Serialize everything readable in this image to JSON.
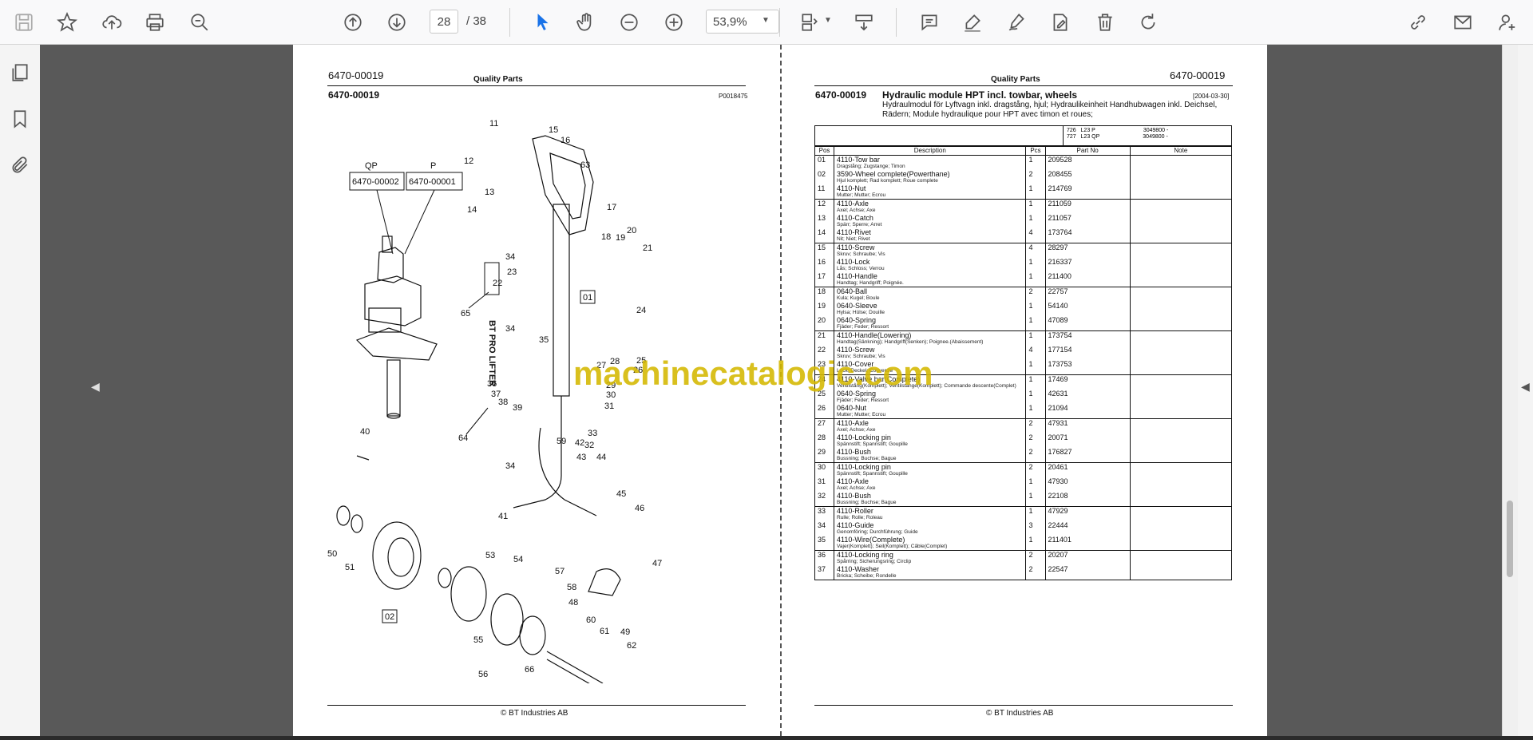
{
  "toolbar": {
    "page_current": "28",
    "page_total": "/ 38",
    "zoom": "53,9%",
    "icons": [
      "save-icon",
      "bookmark-star-icon",
      "upload-icon",
      "print-icon",
      "zoom-search-icon",
      "prev-page-icon",
      "next-page-icon",
      "select-cursor-icon",
      "hand-pan-icon",
      "zoom-out-icon",
      "zoom-in-icon",
      "page-layout-icon",
      "scroll-mode-icon",
      "comment-icon",
      "highlight-icon",
      "sign-icon",
      "edit-text-icon",
      "delete-icon",
      "redo-icon",
      "share-link-icon",
      "email-icon",
      "add-user-icon"
    ]
  },
  "left_page": {
    "doc_number": "6470-00019",
    "header_center": "Quality Parts",
    "sub_number": "6470-00019",
    "ref_code": "P0018475",
    "footer": "© BT Industries AB",
    "callouts": {
      "qp_label": "QP",
      "p_label": "P",
      "qp_number": "6470-00002",
      "p_number": "6470-00001",
      "group_01": "01",
      "group_02": "02",
      "brand_text": "BT PRO LIFTER"
    },
    "item_numbers": [
      "11",
      "12",
      "13",
      "14",
      "15",
      "16",
      "17",
      "18",
      "19",
      "20",
      "21",
      "22",
      "23",
      "24",
      "25",
      "26",
      "27",
      "28",
      "29",
      "30",
      "31",
      "32",
      "33",
      "34",
      "34",
      "34",
      "35",
      "36",
      "37",
      "38",
      "39",
      "40",
      "41",
      "42",
      "43",
      "44",
      "45",
      "46",
      "47",
      "48",
      "49",
      "50",
      "51",
      "53",
      "54",
      "55",
      "56",
      "57",
      "58",
      "59",
      "60",
      "61",
      "62",
      "63",
      "64",
      "65",
      "66"
    ]
  },
  "right_page": {
    "header_center": "Quality Parts",
    "doc_number": "6470-00019",
    "title_number": "6470-00019",
    "title": "Hydraulic module HPT incl. towbar, wheels",
    "date": "[2004-03-30]",
    "subtitle": "Hydraulmodul för Lyftvagn inkl. dragstång, hjul; Hydraulikeinheit Handhubwagen inkl. Deichsel, Rädern; Module hydraulique pour HPT avec timon et roues;",
    "model_rows": [
      {
        "code": "726",
        "model": "L23 P",
        "serial": "3049800 -"
      },
      {
        "code": "727",
        "model": "L23 QP",
        "serial": "3049800 -"
      }
    ],
    "columns": [
      "Pos",
      "Description",
      "Pcs",
      "Part No",
      "Note"
    ],
    "rows": [
      {
        "pos": "01",
        "desc": "4110-Tow bar",
        "sub": "Dragstång; Zugstange; Timon",
        "pcs": "1",
        "part": "209528",
        "grp": true
      },
      {
        "pos": "02",
        "desc": "3590-Wheel complete(Powerthane)",
        "sub": "Hjul komplett; Rad komplett; Roue complete",
        "pcs": "2",
        "part": "208455",
        "grp": false
      },
      {
        "pos": "11",
        "desc": "4110-Nut",
        "sub": "Mutter; Mutter; Ecrou",
        "pcs": "1",
        "part": "214769",
        "grp": false
      },
      {
        "pos": "12",
        "desc": "4110-Axle",
        "sub": "Axel; Achse; Axe",
        "pcs": "1",
        "part": "211059",
        "grp": true
      },
      {
        "pos": "13",
        "desc": "4110-Catch",
        "sub": "Spärr; Sperre; Arret",
        "pcs": "1",
        "part": "211057",
        "grp": false
      },
      {
        "pos": "14",
        "desc": "4110-Rivet",
        "sub": "Nit; Niet; Rivet",
        "pcs": "4",
        "part": "173764",
        "grp": false
      },
      {
        "pos": "15",
        "desc": "4110-Screw",
        "sub": "Skruv; Schraube; Vis",
        "pcs": "4",
        "part": "28297",
        "grp": true
      },
      {
        "pos": "16",
        "desc": "4110-Lock",
        "sub": "Lås; Schloss; Verrou",
        "pcs": "1",
        "part": "216337",
        "grp": false
      },
      {
        "pos": "17",
        "desc": "4110-Handle",
        "sub": "Handtag; Handgriff; Poignée.",
        "pcs": "1",
        "part": "211400",
        "grp": false
      },
      {
        "pos": "18",
        "desc": "0640-Ball",
        "sub": "Kula; Kugel; Boule",
        "pcs": "2",
        "part": "22757",
        "grp": true
      },
      {
        "pos": "19",
        "desc": "0640-Sleeve",
        "sub": "Hylsa; Hülse; Douille",
        "pcs": "1",
        "part": "54140",
        "grp": false
      },
      {
        "pos": "20",
        "desc": "0640-Spring",
        "sub": "Fjäder; Feder; Ressort",
        "pcs": "1",
        "part": "47089",
        "grp": false
      },
      {
        "pos": "21",
        "desc": "4110-Handle(Lowering)",
        "sub": "Handtag(Sänkning); Handgriff(Senken); Poignee.(Abaissement)",
        "pcs": "1",
        "part": "173754",
        "grp": true
      },
      {
        "pos": "22",
        "desc": "4110-Screw",
        "sub": "Skruv; Schraube; Vis",
        "pcs": "4",
        "part": "177154",
        "grp": false
      },
      {
        "pos": "23",
        "desc": "4110-Cover",
        "sub": "Lock; Deckel; Couvercle",
        "pcs": "1",
        "part": "173753",
        "grp": false
      },
      {
        "pos": "24",
        "desc": "4110-Valve bar(Complete)",
        "sub": "Ventilstång(Komplett); Ventilstange(Komplett); Commande descente(Complet)",
        "pcs": "1",
        "part": "17469",
        "grp": true
      },
      {
        "pos": "25",
        "desc": "0640-Spring",
        "sub": "Fjäder; Feder; Ressort",
        "pcs": "1",
        "part": "42631",
        "grp": false
      },
      {
        "pos": "26",
        "desc": "0640-Nut",
        "sub": "Mutter; Mutter; Ecrou",
        "pcs": "1",
        "part": "21094",
        "grp": false
      },
      {
        "pos": "27",
        "desc": "4110-Axle",
        "sub": "Axel; Achse; Axe",
        "pcs": "2",
        "part": "47931",
        "grp": true
      },
      {
        "pos": "28",
        "desc": "4110-Locking pin",
        "sub": "Spännstift; Spannstift; Goupille",
        "pcs": "2",
        "part": "20071",
        "grp": false
      },
      {
        "pos": "29",
        "desc": "4110-Bush",
        "sub": "Bussning; Buchse; Bague",
        "pcs": "2",
        "part": "176827",
        "grp": false
      },
      {
        "pos": "30",
        "desc": "4110-Locking pin",
        "sub": "Spännstift; Spannstift; Goupille",
        "pcs": "2",
        "part": "20461",
        "grp": true
      },
      {
        "pos": "31",
        "desc": "4110-Axle",
        "sub": "Axel; Achse; Axe",
        "pcs": "1",
        "part": "47930",
        "grp": false
      },
      {
        "pos": "32",
        "desc": "4110-Bush",
        "sub": "Bussning; Buchse; Bague",
        "pcs": "1",
        "part": "22108",
        "grp": false
      },
      {
        "pos": "33",
        "desc": "4110-Roller",
        "sub": "Rulle; Rolle; Roleau",
        "pcs": "1",
        "part": "47929",
        "grp": true
      },
      {
        "pos": "34",
        "desc": "4110-Guide",
        "sub": "Genomföring; Durchführung; Guide",
        "pcs": "3",
        "part": "22444",
        "grp": false
      },
      {
        "pos": "35",
        "desc": "4110-Wire(Complete)",
        "sub": "Vajer(Komplett); Seil(Komplett); Câble(Complet)",
        "pcs": "1",
        "part": "211401",
        "grp": false
      },
      {
        "pos": "36",
        "desc": "4110-Locking ring",
        "sub": "Spårring; Sicherungsring; Circlip",
        "pcs": "2",
        "part": "20207",
        "grp": true
      },
      {
        "pos": "37",
        "desc": "4110-Washer",
        "sub": "Bricka; Scheibe; Rondelle",
        "pcs": "2",
        "part": "22547",
        "grp": false
      }
    ],
    "footer": "© BT Industries AB"
  },
  "watermark": "machinecatalogic.com",
  "colors": {
    "accent": "#1a73e8",
    "watermark": "#d4b800"
  }
}
